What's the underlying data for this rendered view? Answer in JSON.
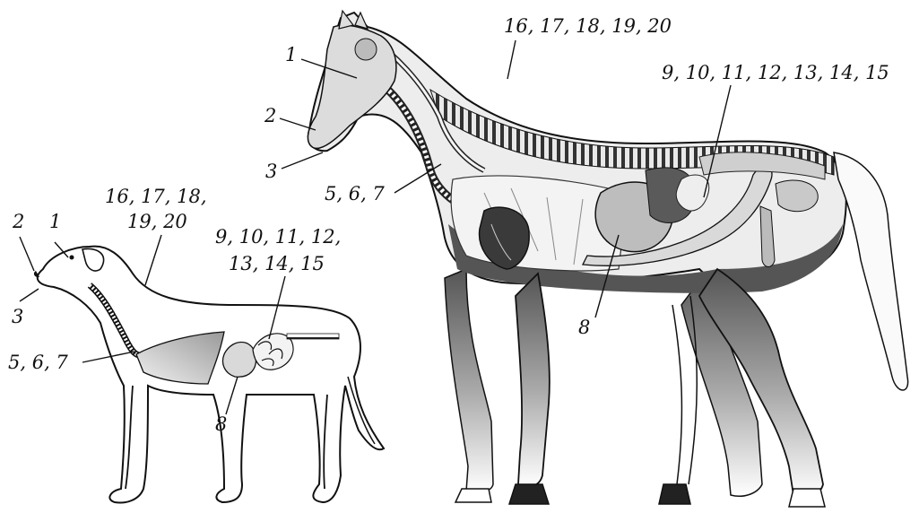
{
  "horse": {
    "labels": {
      "n1": "1",
      "n2": "2",
      "n3": "3",
      "n567": "5, 6, 7",
      "n8": "8",
      "n9_15": "9, 10, 11, 12, 13, 14, 15",
      "n16_20": "16, 17, 18, 19, 20"
    }
  },
  "dog": {
    "labels": {
      "n1": "1",
      "n2": "2",
      "n3": "3",
      "n567": "5, 6, 7",
      "n8": "8",
      "n9_12": "9, 10, 11, 12,",
      "n13_15": "13, 14, 15",
      "n16_18": "16, 17, 18,",
      "n19_20": "19, 20"
    }
  }
}
